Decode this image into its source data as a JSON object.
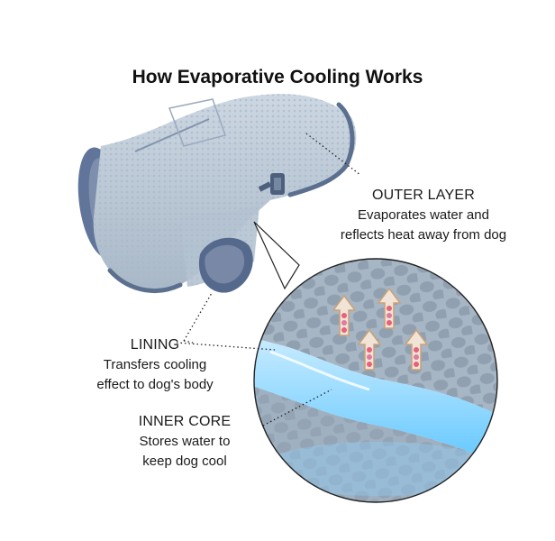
{
  "title": "How Evaporative Cooling Works",
  "outer_layer": {
    "heading": "OUTER LAYER",
    "line1": "Evaporates water and",
    "line2": "reflects heat away from dog"
  },
  "lining": {
    "heading": "LINING",
    "line1": "Transfers cooling",
    "line2": "effect to dog's body"
  },
  "inner_core": {
    "heading": "INNER CORE",
    "line1": "Stores water to",
    "line2": "keep dog cool"
  },
  "colors": {
    "vest": "#b9c7d6",
    "trim": "#5b6f8e",
    "circle_fill": "#a7b6c4",
    "dot": "#8e9eae",
    "lining_blue": "#8fd3ff",
    "arrow_fill": "#e8607a",
    "arrow_outline": "#c8a27a"
  },
  "icons": [
    "heat-arrow-icon",
    "buckle-icon"
  ]
}
